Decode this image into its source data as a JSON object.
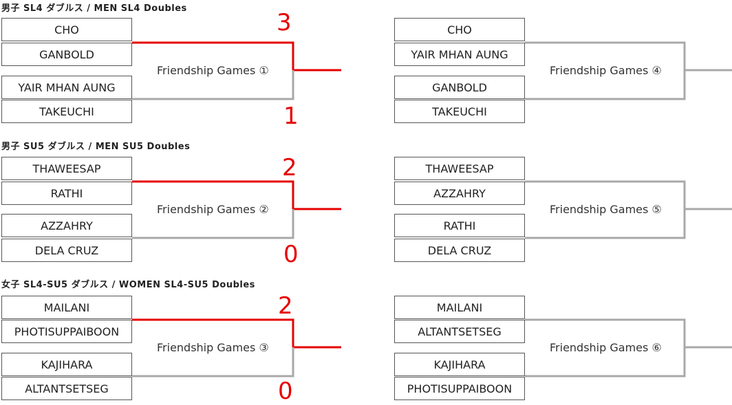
{
  "sections": [
    {
      "title": "男子 SL4 ダブルス / MEN SL4 Doubles",
      "left": {
        "pair1": [
          "CHO",
          "GANBOLD"
        ],
        "pair2": [
          "YAIR MHAN AUNG",
          "TAKEUCHI"
        ],
        "game": "Friendship Games ①",
        "score_top": "3",
        "score_bottom": "1"
      },
      "right": {
        "pair1": [
          "CHO",
          "YAIR MHAN AUNG"
        ],
        "pair2": [
          "GANBOLD",
          "TAKEUCHI"
        ],
        "game": "Friendship Games ④"
      }
    },
    {
      "title": "男子 SU5 ダブルス / MEN SU5 Doubles",
      "left": {
        "pair1": [
          "THAWEESAP",
          "RATHI"
        ],
        "pair2": [
          "AZZAHRY",
          "DELA CRUZ"
        ],
        "game": "Friendship Games ②",
        "score_top": "2",
        "score_bottom": "0"
      },
      "right": {
        "pair1": [
          "THAWEESAP",
          "AZZAHRY"
        ],
        "pair2": [
          "RATHI",
          "DELA CRUZ"
        ],
        "game": "Friendship Games ⑤"
      }
    },
    {
      "title": "女子 SL4-SU5 ダブルス / WOMEN SL4-SU5 Doubles",
      "left": {
        "pair1": [
          "MAILANI",
          "PHOTISUPPAIBOON"
        ],
        "pair2": [
          "KAJIHARA",
          "ALTANTSETSEG"
        ],
        "game": "Friendship Games ③",
        "score_top": "2",
        "score_bottom": "0"
      },
      "right": {
        "pair1": [
          "MAILANI",
          "ALTANTSETSEG"
        ],
        "pair2": [
          "KAJIHARA",
          "PHOTISUPPAIBOON"
        ],
        "game": "Friendship Games ⑥"
      }
    }
  ],
  "colors": {
    "winner_line": "#e60000",
    "bracket_line": "#a8a8a8",
    "box_border": "#555555"
  }
}
